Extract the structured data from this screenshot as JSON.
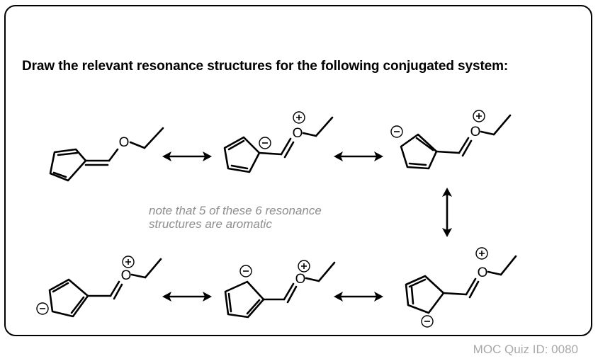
{
  "title": "Draw the relevant resonance structures for the following conjugated system:",
  "note": {
    "line1": "note that 5 of these 6 resonance",
    "line2": "structures are aromatic"
  },
  "quiz_id": "MOC Quiz ID: 0080",
  "atoms": {
    "oxygen": "O",
    "plus": "+",
    "minus": "−"
  },
  "structures": [
    {
      "id": 1,
      "description": "neutral enol ether, exocyclic C=C",
      "aromatic": false
    },
    {
      "id": 2,
      "description": "oxonium, carbanion at ring ipso carbon",
      "aromatic": true
    },
    {
      "id": 3,
      "description": "oxonium, carbanion at ring carbon 2",
      "aromatic": true
    },
    {
      "id": 4,
      "description": "oxonium, carbanion at ring carbon 3",
      "aromatic": true
    },
    {
      "id": 5,
      "description": "oxonium, carbanion at ring carbon 3 (alt)",
      "aromatic": true
    },
    {
      "id": 6,
      "description": "oxonium, carbanion at ring carbon 2 (alt)",
      "aromatic": true
    }
  ],
  "colors": {
    "ink": "#000000",
    "note": "#8e8e8e",
    "quiz": "#a8a8a8"
  }
}
